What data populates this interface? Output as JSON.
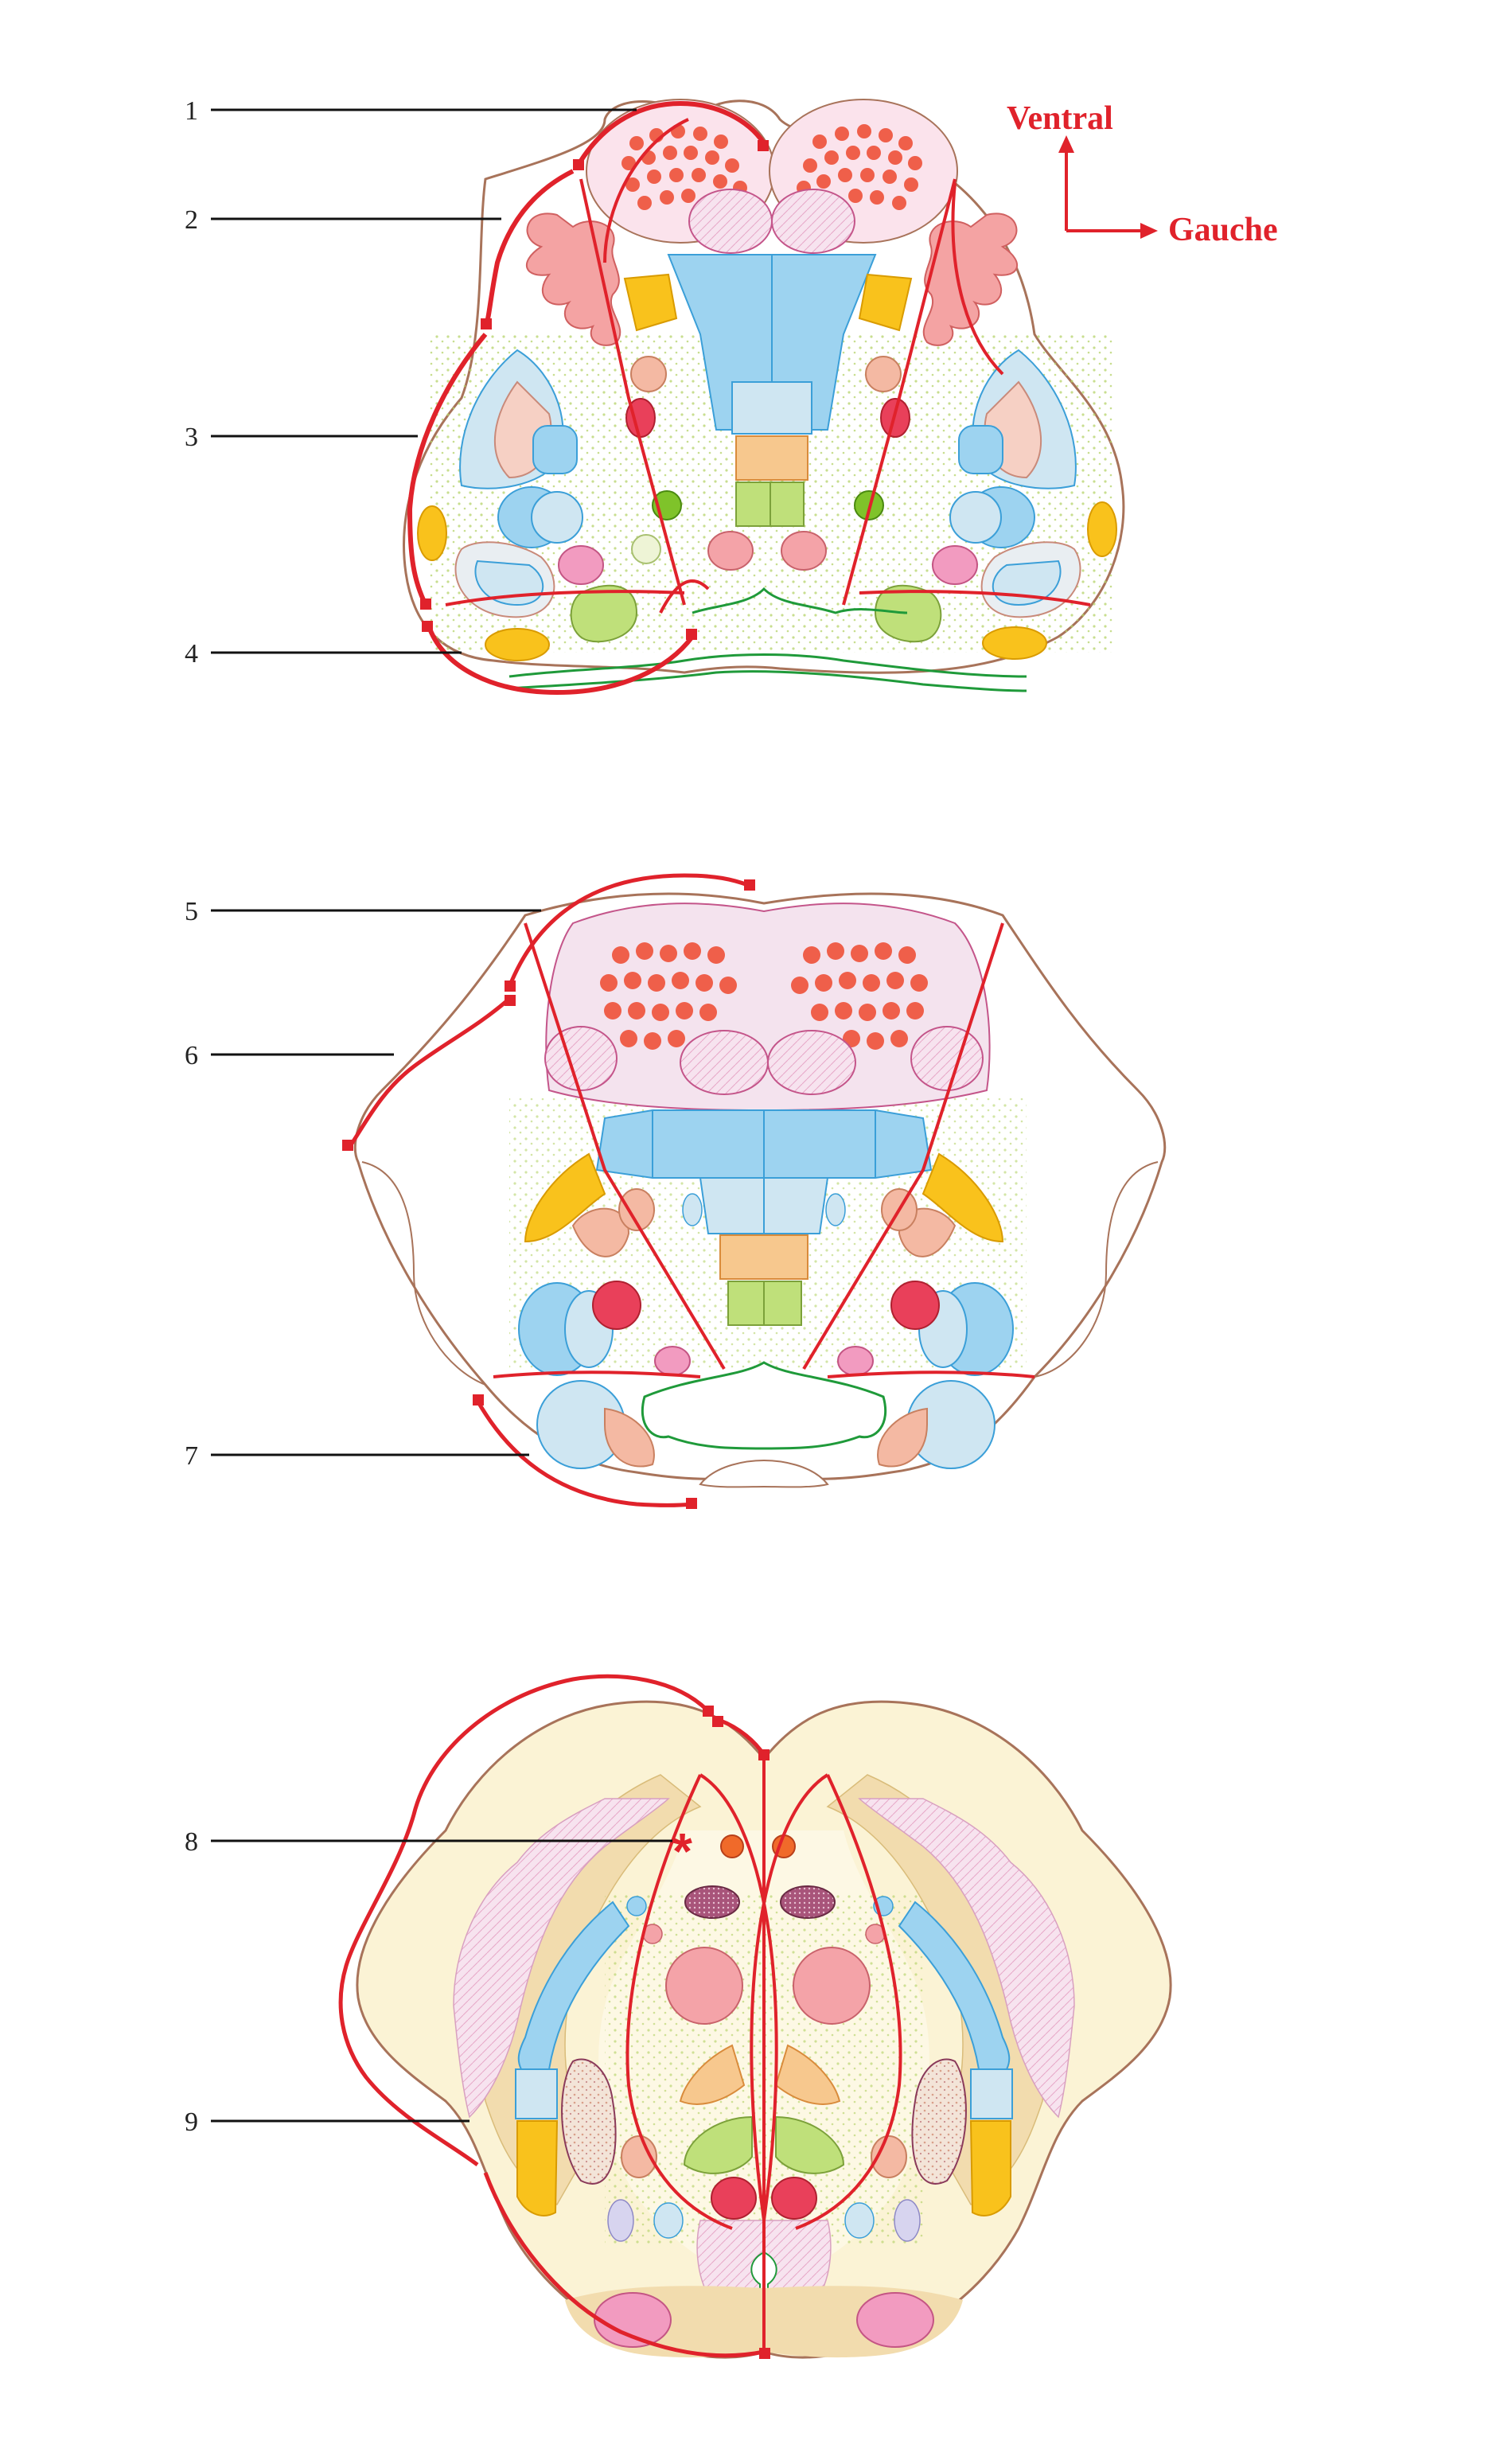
{
  "callouts": [
    "1",
    "2",
    "3",
    "4",
    "5",
    "6",
    "7",
    "8",
    "9"
  ],
  "orientation": {
    "ventral": "Ventral",
    "left": "Gauche"
  },
  "marker": "*",
  "colors": {
    "boundary": "#e0222b",
    "outline": "#a8735a",
    "leader": "#111111",
    "green_outline": "#1f9a3a",
    "blue_tract": "#9dd3f0",
    "blue_edge": "#3b9fd8",
    "orange_tract": "#f7c88e",
    "green_tract": "#bfe07a",
    "yellow_nucleus": "#f9c21c",
    "red_nucleus": "#e9405a",
    "pink_nucleus": "#f29bc0",
    "salmon": "#f4b9a3",
    "cream": "#fbf3d5",
    "sand": "#f2dcae"
  }
}
